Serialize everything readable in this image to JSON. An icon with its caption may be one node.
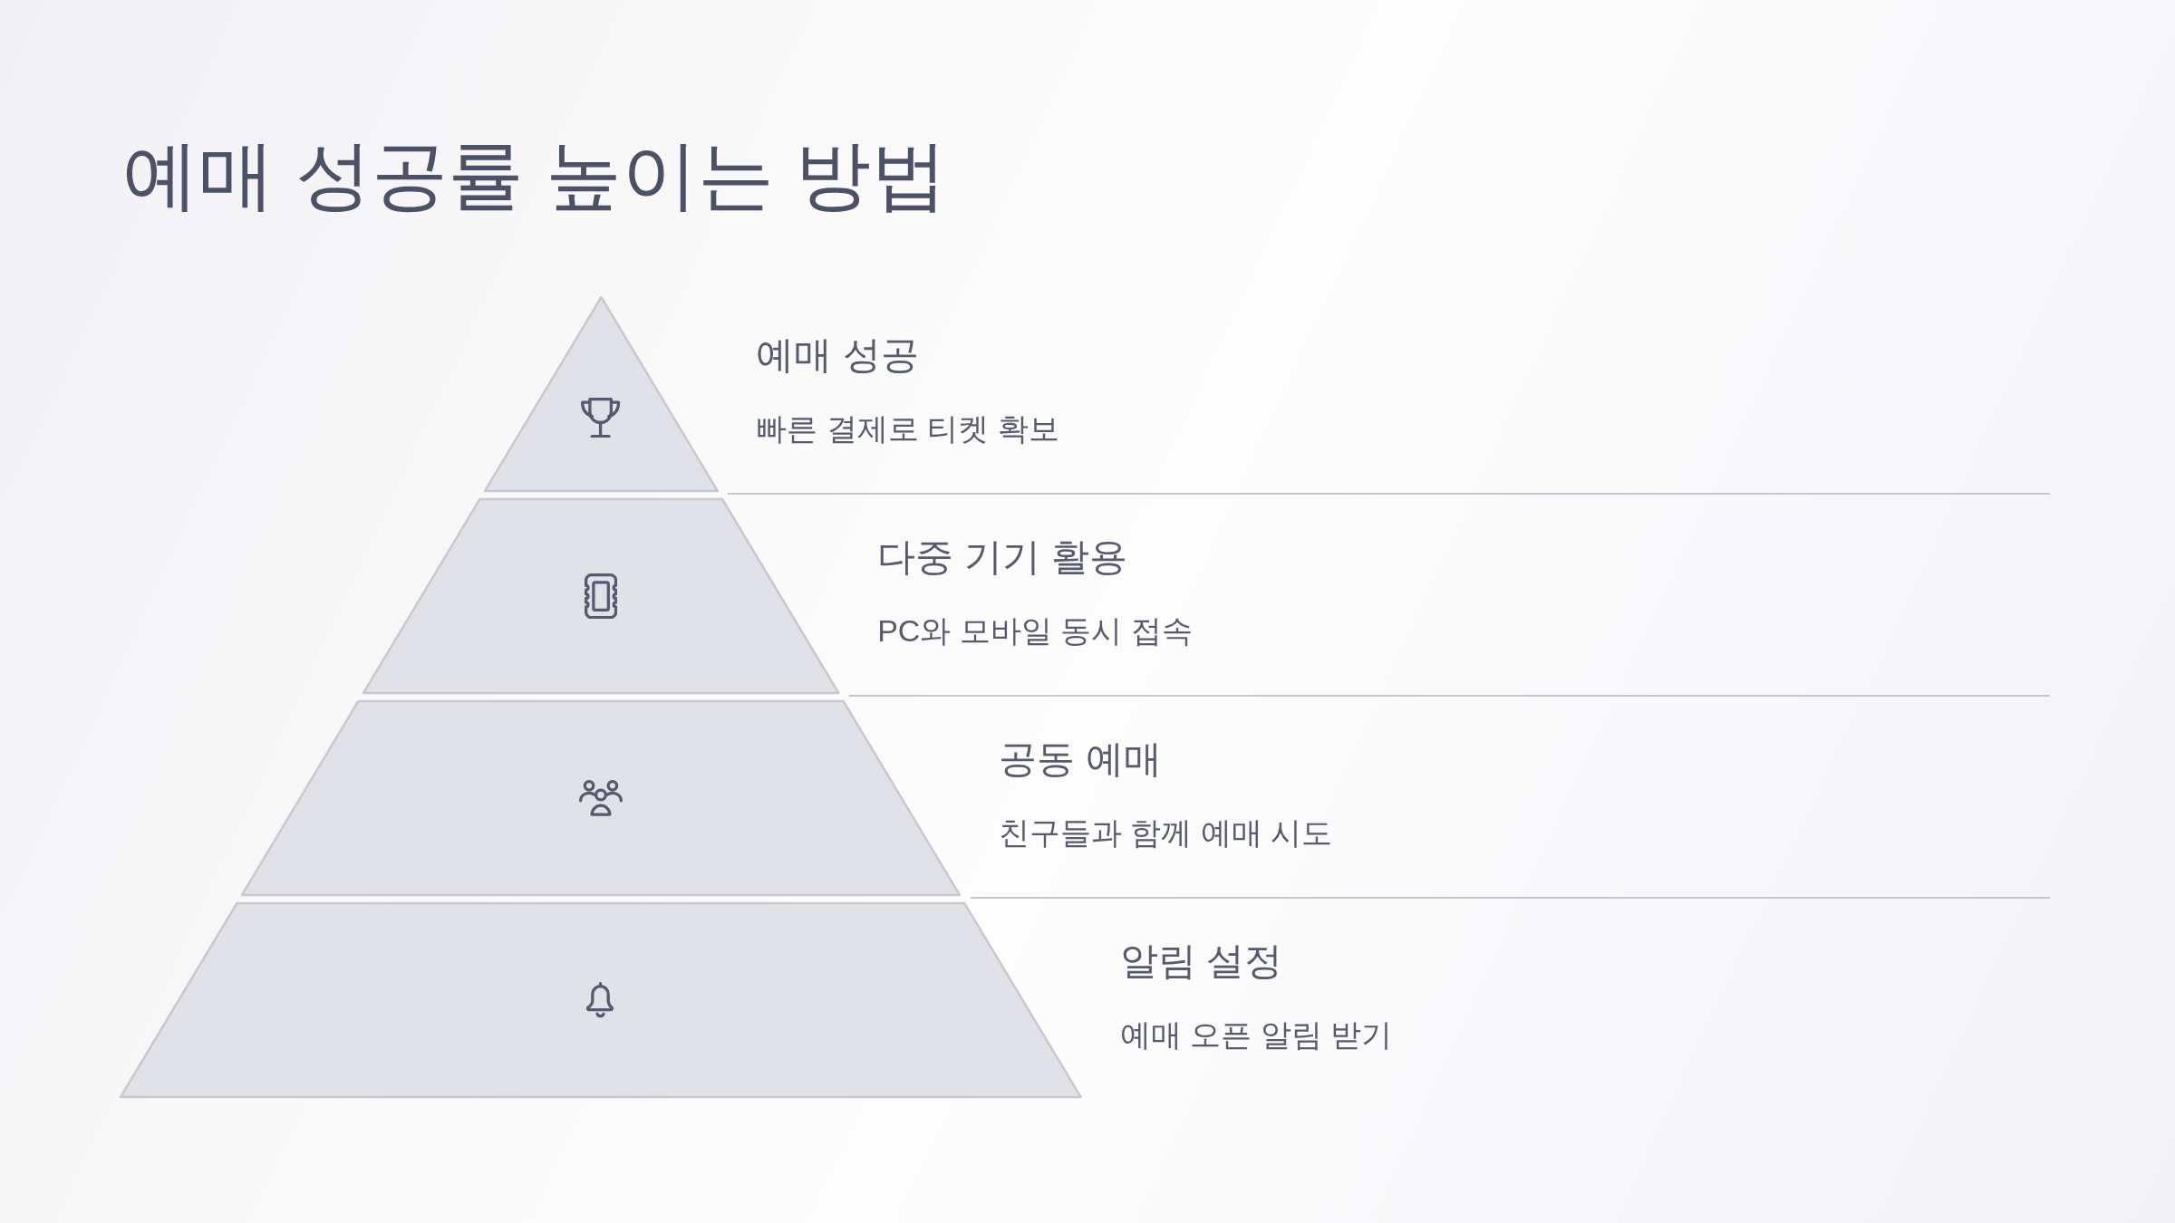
{
  "diagram": {
    "title": "예매 성공률 높이는 방법",
    "nodes": [
      {
        "text": [
          "예매 성공",
          "빠른 결제로 티켓 확보"
        ]
      },
      {
        "text": [
          "다중 기기 활용",
          "PC와 모바일 동시 접속"
        ]
      },
      {
        "text": [
          "공동 예매",
          "친구들과 함께 예매 시도"
        ]
      },
      {
        "text": [
          "알림 설정",
          "예매 오픈 알림 받기"
        ]
      }
    ]
  }
}
